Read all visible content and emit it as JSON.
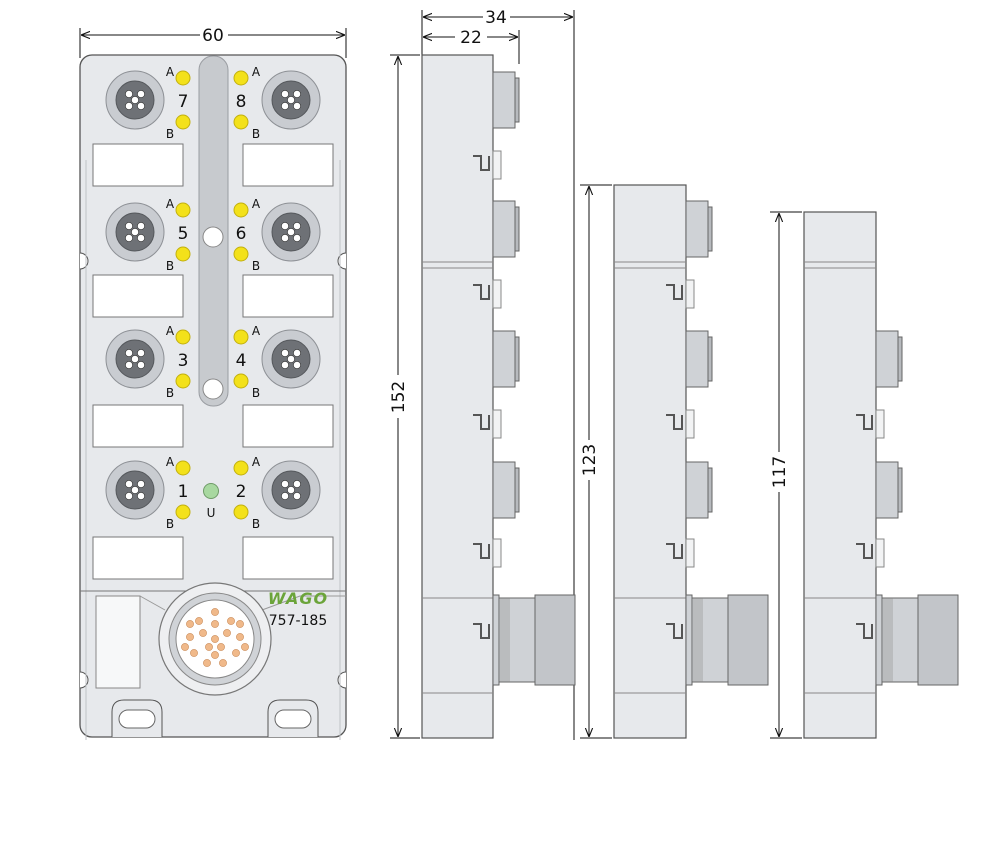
{
  "dimensions": {
    "width_front": "60",
    "depth_total": "34",
    "depth_body": "22",
    "height_152": "152",
    "height_123": "123",
    "height_117": "117"
  },
  "front": {
    "channels": [
      {
        "left": "7",
        "right": "8"
      },
      {
        "left": "5",
        "right": "6"
      },
      {
        "left": "3",
        "right": "4"
      },
      {
        "left": "1",
        "right": "2"
      }
    ],
    "led_a": "A",
    "led_b": "B",
    "status_led_label": "U",
    "brand": "WAGO",
    "model": "757-185"
  },
  "colors": {
    "housing": "#e7e9ec",
    "housing_stroke": "#555555",
    "connector_ring": "#c9ccd1",
    "connector_core": "#6e7176",
    "led_yellow": "#f3e11a",
    "led_green": "#a8d8a0",
    "brand_green": "#6ba43a",
    "pin_orange": "#f0b98a"
  },
  "icons": {
    "m8_connector": "round-socket-icon",
    "led": "led-indicator-icon",
    "main_connector": "multipin-connector-icon"
  }
}
